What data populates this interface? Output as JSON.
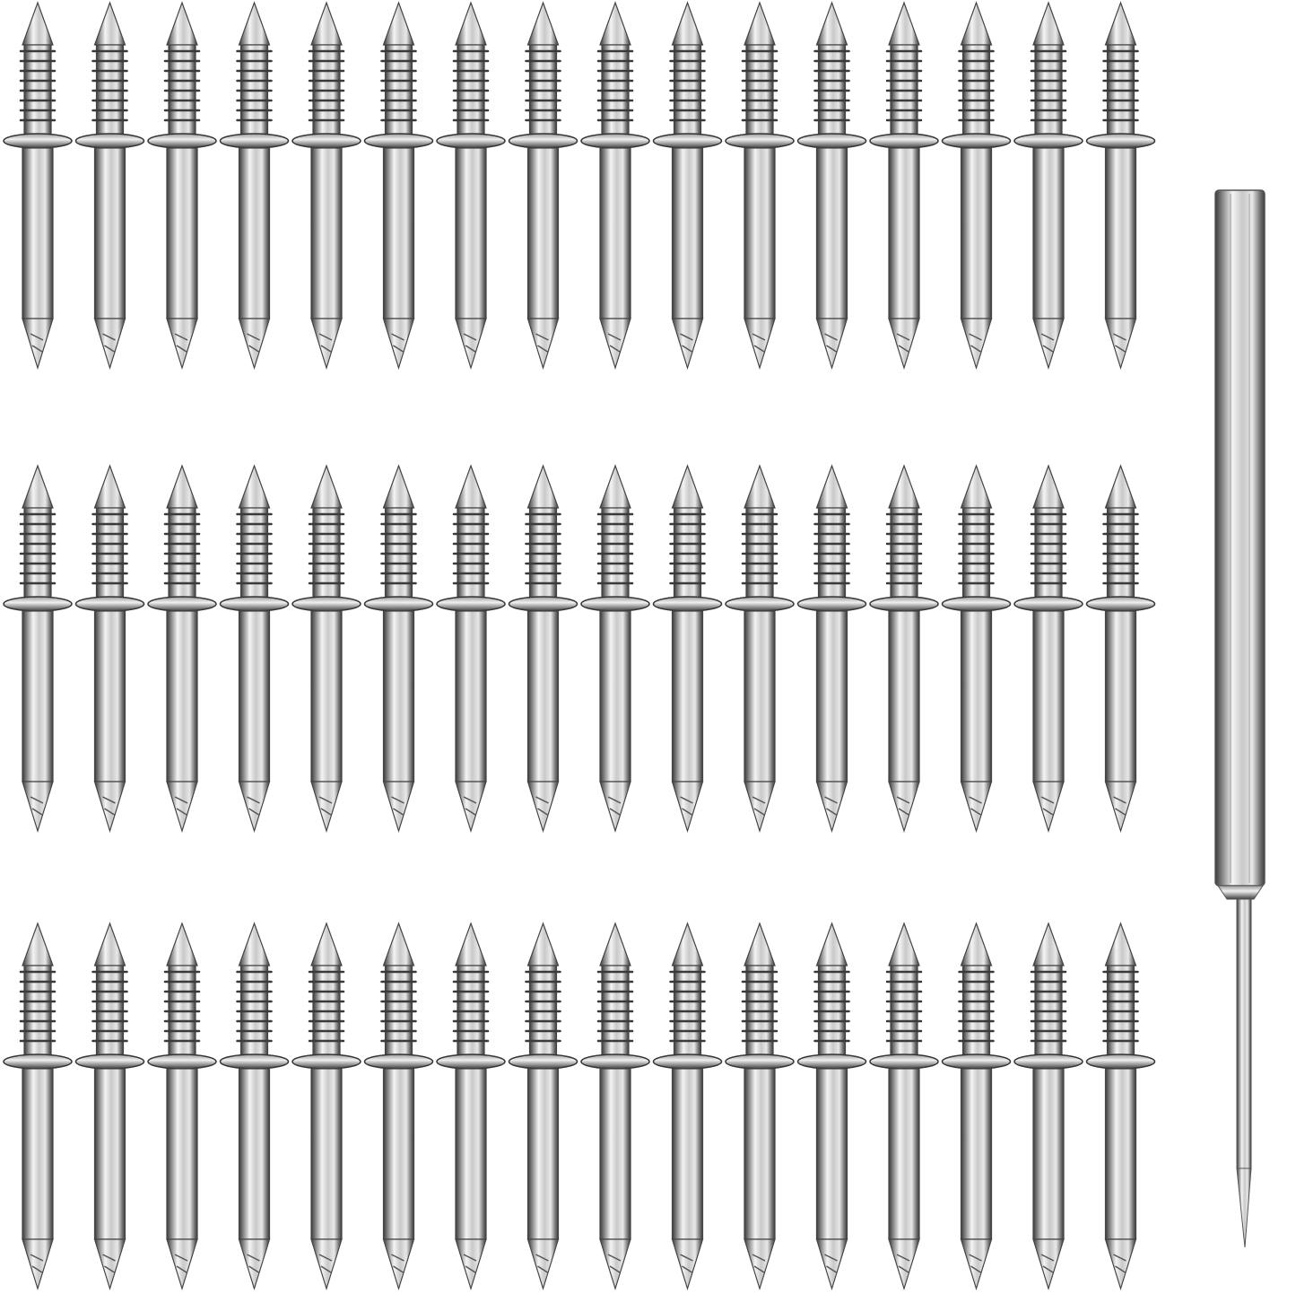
{
  "product": {
    "nail_rows": 3,
    "nails_per_row": 16,
    "items": [
      "double-headed-threaded-nail",
      "nail-setting-tool"
    ]
  },
  "colors": {
    "background": "#ffffff",
    "metal_light": "#f2f2f2",
    "metal_mid": "#b8b8b8",
    "metal_dark": "#4a4a4a"
  }
}
